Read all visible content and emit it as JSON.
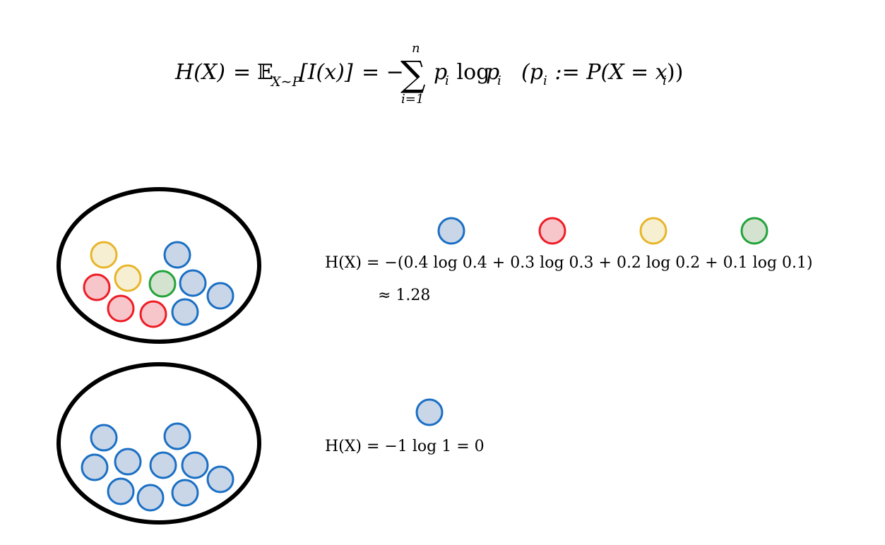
{
  "formula": {
    "lhs": "H(X)",
    "eq1": "=",
    "expectation": "𝔼",
    "expectation_sub": "X∼P",
    "info": "[I(x)]",
    "eq2": "= −",
    "sum_symbol": "∑",
    "sum_upper": "n",
    "sum_lower": "i=1",
    "summand": "p",
    "summand_sub": "i",
    "log_word": " log ",
    "log_arg": "p",
    "log_arg_sub": "i",
    "definition_open": "(p",
    "definition_sub": "i",
    "definition_rest": " := P(X = x",
    "definition_sub2": "i",
    "definition_close": "))"
  },
  "colors": {
    "blue_fill": "#c9d6e8",
    "blue_stroke": "#1a6fc4",
    "red_fill": "#f6c6cb",
    "red_stroke": "#ee1c25",
    "yellow_fill": "#f7efd2",
    "yellow_stroke": "#e8b52a",
    "green_fill": "#d4e3cf",
    "green_stroke": "#22a33a",
    "bowl_stroke": "#000000"
  },
  "example_mixed": {
    "legend": [
      "blue",
      "red",
      "yellow",
      "green"
    ],
    "equation": "H(X) = −(0.4 log 0.4 + 0.3 log 0.3 + 0.2 log 0.2 + 0.1 log 0.1)",
    "approx": "≈ 1.28",
    "balls": [
      "yellow",
      "blue",
      "yellow",
      "red",
      "green",
      "blue",
      "blue",
      "red",
      "red",
      "blue"
    ]
  },
  "example_pure": {
    "legend": [
      "blue"
    ],
    "equation": "H(X) = −1 log 1 = 0",
    "balls": [
      "blue",
      "blue",
      "blue",
      "blue",
      "blue",
      "blue",
      "blue",
      "blue",
      "blue",
      "blue"
    ]
  }
}
